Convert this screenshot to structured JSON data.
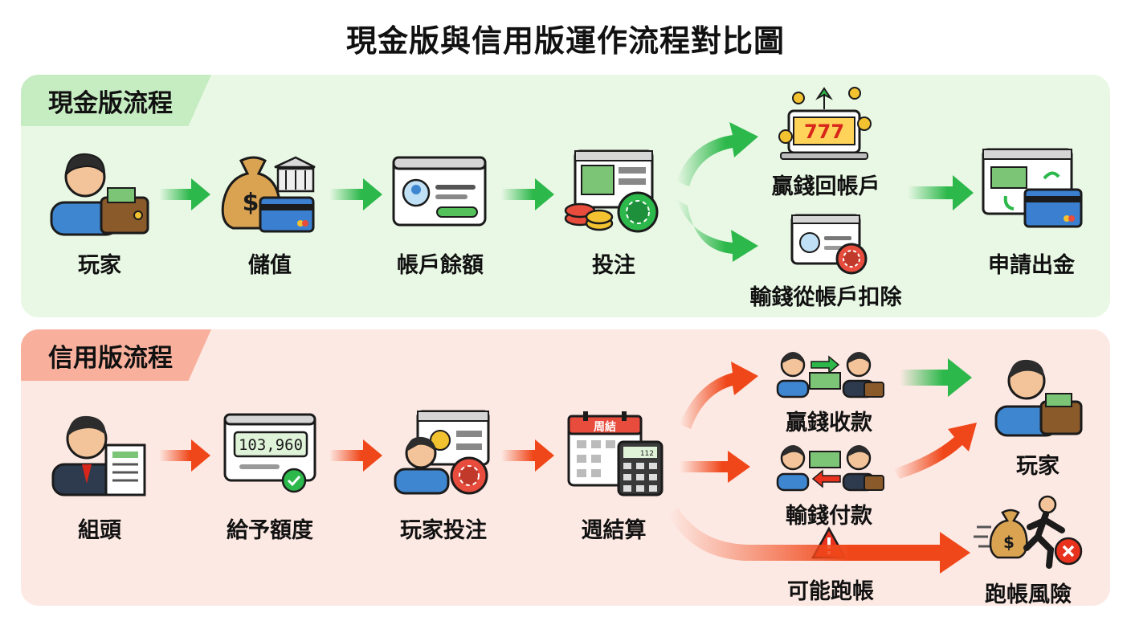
{
  "title": "現金版與信用版運作流程對比圖",
  "cash": {
    "tab": "現金版流程",
    "steps": {
      "player": "玩家",
      "deposit": "儲值",
      "balance": "帳戶餘額",
      "bet": "投注",
      "win": "贏錢回帳戶",
      "lose": "輸錢從帳戶扣除",
      "withdraw": "申請出金"
    },
    "slot_digits": "777",
    "currency_symbol": "$"
  },
  "credit": {
    "tab": "信用版流程",
    "steps": {
      "agent": "組頭",
      "credit_line": "給予額度",
      "player_bet": "玩家投注",
      "weekly": "週結算",
      "win_collect": "贏錢收款",
      "lose_pay": "輸錢付款",
      "player": "玩家",
      "may_skip": "可能跑帳",
      "skip_risk": "跑帳風險"
    },
    "credit_amount": "103,960",
    "calendar_label": "周結",
    "calculator_display": "112"
  },
  "colors": {
    "cash_panel": "#e9f8e5",
    "credit_panel": "#fde9e3",
    "cash_arrow": "#2db84b",
    "credit_arrow": "#f0471a",
    "warning": "#e8321e"
  }
}
